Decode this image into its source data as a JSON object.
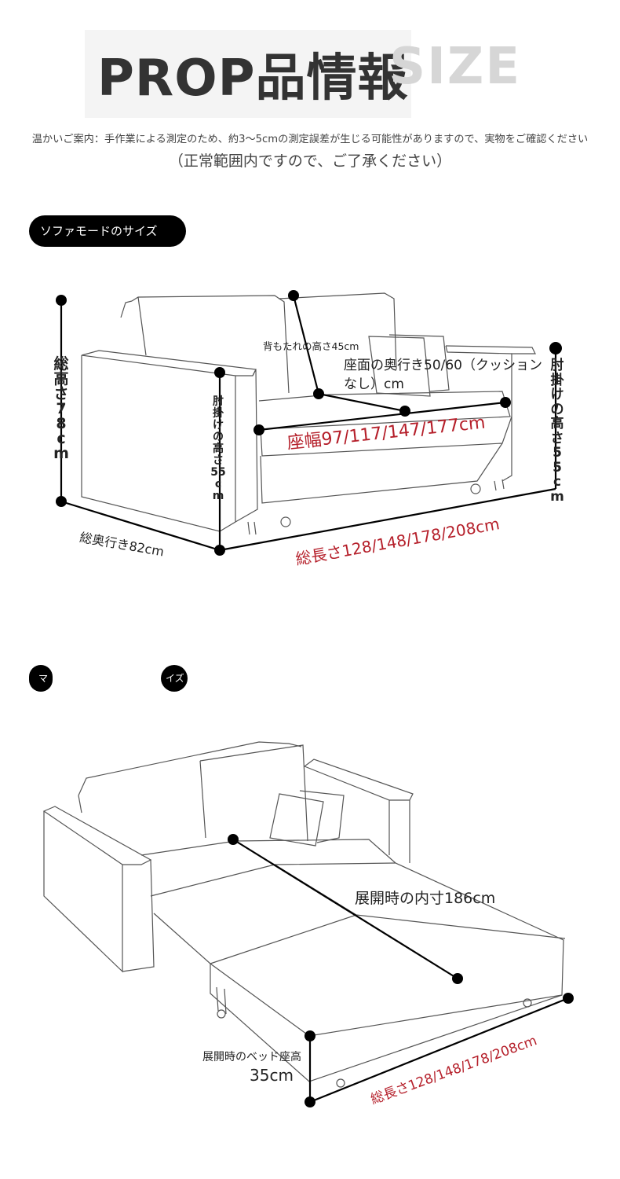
{
  "header": {
    "title": "PROP品情報",
    "size_word": "SIZE",
    "notice": "温かいご案内：手作業による測定のため、約3〜5cmの測定誤差が生じる可能性がありますので、実物をご確認ください",
    "notice_paren": "（正常範囲内ですので、ご了承ください）"
  },
  "sofa_mode": {
    "section_label": "ソファモードのサイズ",
    "total_height": "総高さ78cm",
    "armrest_height_left": "肘掛けの高さ55cm",
    "armrest_height_right": "肘掛けの高さ55cm",
    "backrest_height": "背もたれの高さ45cm",
    "seat_depth": "座面の奥行き50/60（クッションなし）cm",
    "seat_width": "座幅97/117/147/177cm",
    "total_depth": "総奥行き82cm",
    "total_length": "総長さ128/148/178/208cm"
  },
  "bed_mode": {
    "section_label_left": "マ",
    "section_label_right": "イズ",
    "inner_length": "展開時の内寸186cm",
    "bed_seat_height_label": "展開時のベッド座高",
    "bed_seat_height_value": "35cm",
    "total_length": "総長さ128/148/178/208cm"
  },
  "colors": {
    "accent_red": "#b51f2a",
    "pill_black": "#000000",
    "title_gray": "#333333",
    "size_gray": "#d6d6d6"
  }
}
